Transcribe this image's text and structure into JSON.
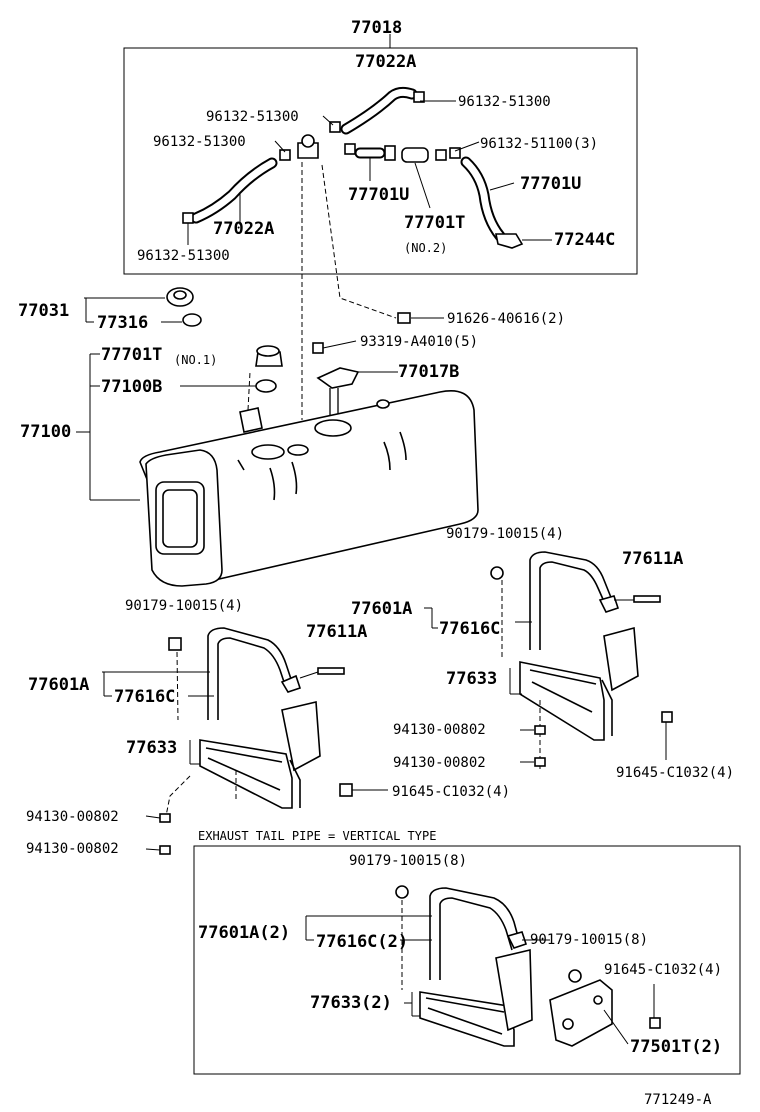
{
  "labels": {
    "p77018": "77018",
    "p77022A_top": "77022A",
    "p96132_51300_a": "96132-51300",
    "p96132_51300_b": "96132-51300",
    "p96132_51300_c": "96132-51300",
    "p96132_51300_d": "96132-51300",
    "p96132_51100": "96132-51100(3)",
    "p77701U_a": "77701U",
    "p77701U_b": "77701U",
    "p77022A_left": "77022A",
    "p77701T": "77701T",
    "no2": "(NO.2)",
    "p77244C": "77244C",
    "p77031": "77031",
    "p77316": "77316",
    "p91626": "91626-40616(2)",
    "p77701T_no1": "77701T",
    "no1": "(NO.1)",
    "p93319": "93319-A4010(5)",
    "p77100B": "77100B",
    "p77017B": "77017B",
    "p77100": "77100",
    "p90179_r": "90179-10015(4)",
    "p77611A_r": "77611A",
    "p77601A_r": "77601A",
    "p77616C_r": "77616C",
    "p77633_r": "77633",
    "p94130_r1": "94130-00802",
    "p94130_r2": "94130-00802",
    "p91645_r": "91645-C1032(4)",
    "p90179_l": "90179-10015(4)",
    "p77611A_l": "77611A",
    "p77601A_l": "77601A",
    "p77616C_l": "77616C",
    "p77633_l": "77633",
    "p91645_l": "91645-C1032(4)",
    "p94130_l1": "94130-00802",
    "p94130_l2": "94130-00802",
    "exhaust_caption": "EXHAUST TAIL PIPE = VERTICAL TYPE",
    "p90179_b1": "90179-10015(8)",
    "p77601A_b": "77601A(2)",
    "p77616C_b": "77616C(2)",
    "p90179_b2": "90179-10015(8)",
    "p91645_b": "91645-C1032(4)",
    "p77633_b": "77633(2)",
    "p77501T_b": "77501T(2)",
    "figure_id": "771249-A"
  }
}
